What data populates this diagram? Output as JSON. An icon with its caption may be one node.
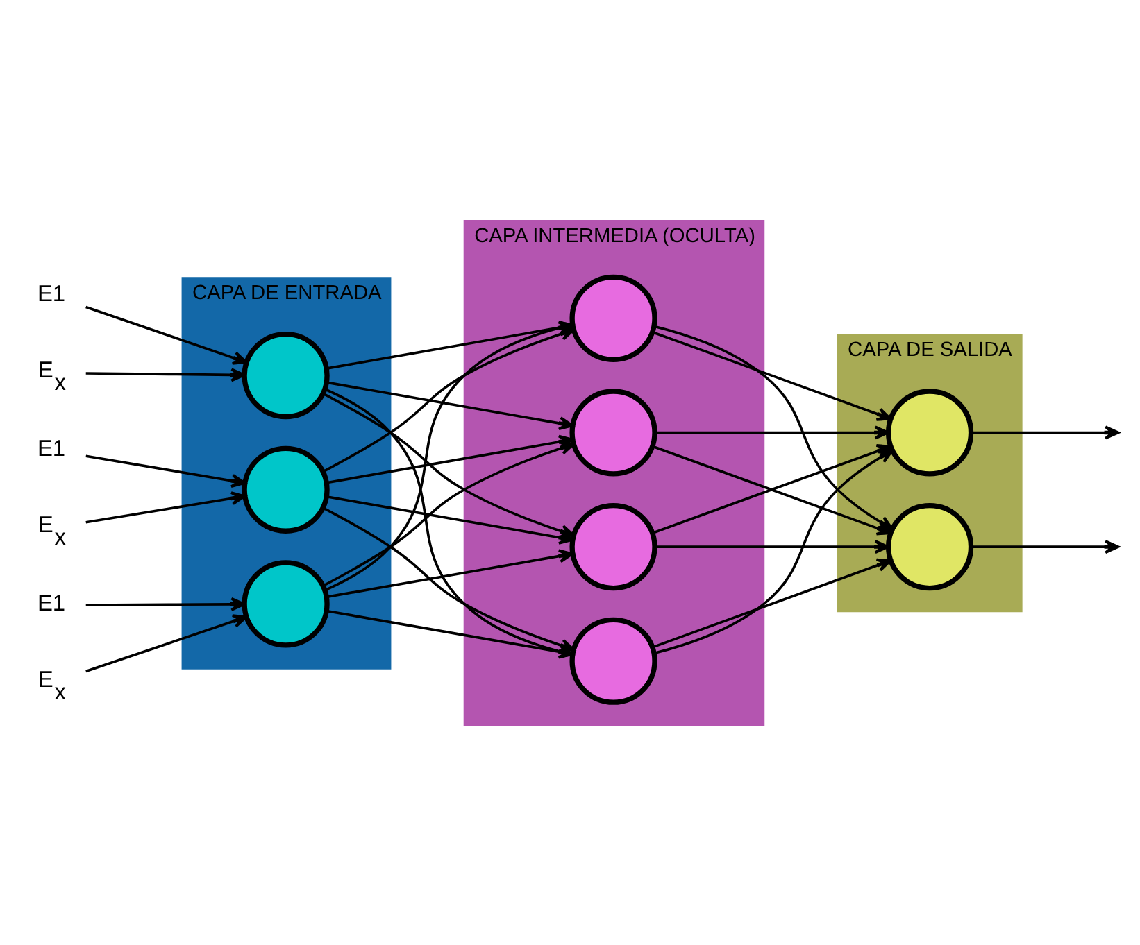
{
  "diagram": {
    "nodes": [
      {
        "text": [
          "CAPA DE ENTRADA"
        ]
      },
      {
        "text": [],
        "shape": "circle",
        "in": 0
      },
      {
        "text": [],
        "shape": "circle",
        "in": 0
      },
      {
        "text": [],
        "shape": "circle",
        "in": 0
      },
      {
        "text": [
          "CAPA INTERMEDIA (OCULTA)"
        ]
      },
      {
        "text": [],
        "shape": "circle",
        "in": 4
      },
      {
        "text": [],
        "shape": "circle",
        "in": 4
      },
      {
        "text": [],
        "shape": "circle",
        "in": 4
      },
      {
        "text": [],
        "shape": "circle",
        "in": 4
      },
      {
        "text": [
          "CAPA DE SALIDA"
        ]
      },
      {
        "text": [],
        "shape": "circle",
        "in": 9
      },
      {
        "text": [],
        "shape": "circle",
        "in": 9
      },
      {
        "text": [
          "E1"
        ]
      },
      {
        "text": [
          "E$_{x}$"
        ]
      },
      {
        "text": [
          "E1"
        ]
      },
      {
        "text": [
          "E$_{x}$"
        ]
      },
      {
        "text": [
          "E1"
        ]
      },
      {
        "text": [
          "E$_{x}$"
        ]
      }
    ],
    "edges": [
      {
        "from": 12,
        "to": 1,
        "arrow": "to"
      },
      {
        "from": 13,
        "to": 1,
        "arrow": "to"
      },
      {
        "from": 14,
        "to": 2,
        "arrow": "to"
      },
      {
        "from": 15,
        "to": 2,
        "arrow": "to"
      },
      {
        "from": 16,
        "to": 3,
        "arrow": "to"
      },
      {
        "from": 17,
        "to": 3,
        "arrow": "to"
      },
      {
        "from": 1,
        "to": 5,
        "arrow": "to"
      },
      {
        "from": 1,
        "to": 6,
        "arrow": "to"
      },
      {
        "from": 1,
        "to": 7,
        "arrow": "to"
      },
      {
        "from": 1,
        "to": 8,
        "arrow": "to"
      },
      {
        "from": 2,
        "to": 5,
        "arrow": "to"
      },
      {
        "from": 2,
        "to": 6,
        "arrow": "to"
      },
      {
        "from": 2,
        "to": 7,
        "arrow": "to"
      },
      {
        "from": 2,
        "to": 8,
        "arrow": "to"
      },
      {
        "from": 3,
        "to": 5,
        "arrow": "to"
      },
      {
        "from": 3,
        "to": 6,
        "arrow": "to"
      },
      {
        "from": 3,
        "to": 7,
        "arrow": "to"
      },
      {
        "from": 3,
        "to": 8,
        "arrow": "to"
      },
      {
        "from": 5,
        "to": 10,
        "arrow": "to"
      },
      {
        "from": 5,
        "to": 11,
        "arrow": "to"
      },
      {
        "from": 6,
        "to": 10,
        "arrow": "to"
      },
      {
        "from": 6,
        "to": 11,
        "arrow": "to"
      },
      {
        "from": 7,
        "to": 10,
        "arrow": "to"
      },
      {
        "from": 7,
        "to": 11,
        "arrow": "to"
      },
      {
        "from": 8,
        "to": 10,
        "arrow": "to"
      },
      {
        "from": 8,
        "to": 11,
        "arrow": "to"
      },
      {
        "from": 10,
        "to": null,
        "arrow": "to"
      },
      {
        "from": 11,
        "to": null,
        "arrow": "to"
      }
    ]
  }
}
